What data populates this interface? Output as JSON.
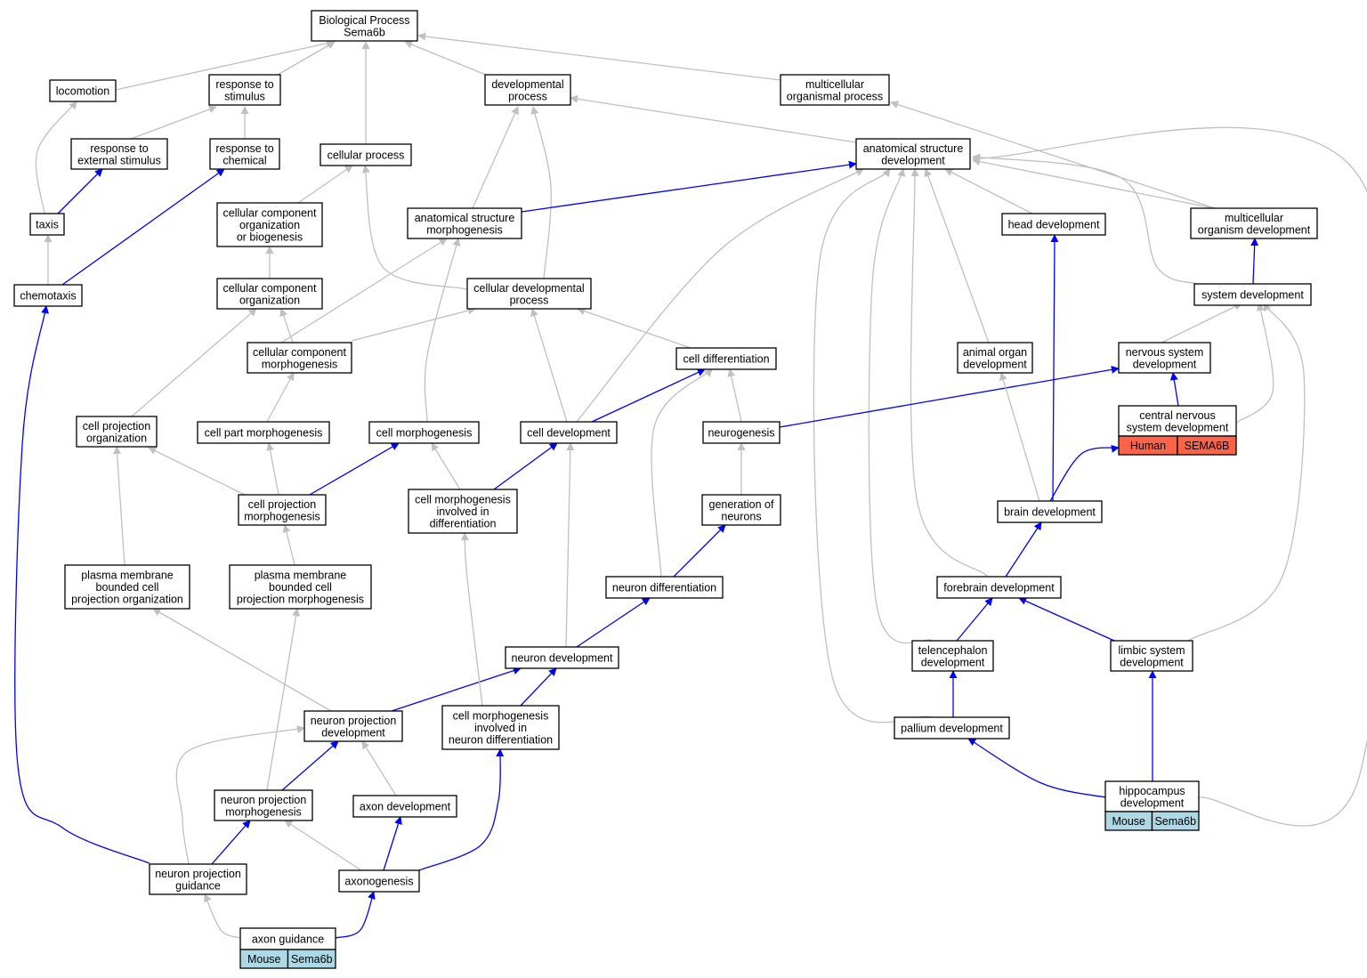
{
  "colors": {
    "is_a_edge": "#c0c0c0",
    "part_of_edge": "#0000ff",
    "mouse_annotation": "#add8e6",
    "human_annotation": "#ff6347"
  },
  "nodes": [
    {
      "id": "bp",
      "lines": [
        "Biological Process",
        "Sema6b"
      ]
    },
    {
      "id": "locomotion",
      "lines": [
        "locomotion"
      ]
    },
    {
      "id": "resp_stim",
      "lines": [
        "response to",
        "stimulus"
      ]
    },
    {
      "id": "dev_proc",
      "lines": [
        "developmental",
        "process"
      ]
    },
    {
      "id": "multi_proc",
      "lines": [
        "multicellular",
        "organismal process"
      ]
    },
    {
      "id": "resp_ext",
      "lines": [
        "response to",
        "external stimulus"
      ]
    },
    {
      "id": "resp_chem",
      "lines": [
        "response to",
        "chemical"
      ]
    },
    {
      "id": "cell_proc",
      "lines": [
        "cellular process"
      ]
    },
    {
      "id": "anat_dev",
      "lines": [
        "anatomical structure",
        "development"
      ]
    },
    {
      "id": "taxis",
      "lines": [
        "taxis"
      ]
    },
    {
      "id": "ccob",
      "lines": [
        "cellular component",
        "organization",
        "or biogenesis"
      ]
    },
    {
      "id": "anat_morph",
      "lines": [
        "anatomical structure",
        "morphogenesis"
      ]
    },
    {
      "id": "head_dev",
      "lines": [
        "head development"
      ]
    },
    {
      "id": "multi_org_dev",
      "lines": [
        "multicellular",
        "organism development"
      ]
    },
    {
      "id": "chemotaxis",
      "lines": [
        "chemotaxis"
      ]
    },
    {
      "id": "cco",
      "lines": [
        "cellular component",
        "organization"
      ]
    },
    {
      "id": "cell_dev_proc",
      "lines": [
        "cellular developmental",
        "process"
      ]
    },
    {
      "id": "sys_dev",
      "lines": [
        "system development"
      ]
    },
    {
      "id": "ccm",
      "lines": [
        "cellular component",
        "morphogenesis"
      ]
    },
    {
      "id": "cell_diff",
      "lines": [
        "cell differentiation"
      ]
    },
    {
      "id": "animal_organ",
      "lines": [
        "animal organ",
        "development"
      ]
    },
    {
      "id": "ns_dev",
      "lines": [
        "nervous system",
        "development"
      ]
    },
    {
      "id": "cns_dev",
      "lines": [
        "central nervous",
        "system development"
      ],
      "annotation": {
        "species": "Human",
        "gene": "SEMA6B",
        "color": "#ff6347"
      }
    },
    {
      "id": "cpo",
      "lines": [
        "cell projection",
        "organization"
      ]
    },
    {
      "id": "cpm_part",
      "lines": [
        "cell part morphogenesis"
      ]
    },
    {
      "id": "cell_morph",
      "lines": [
        "cell morphogenesis"
      ]
    },
    {
      "id": "cell_dev",
      "lines": [
        "cell development"
      ]
    },
    {
      "id": "neurogenesis",
      "lines": [
        "neurogenesis"
      ]
    },
    {
      "id": "cpm",
      "lines": [
        "cell projection",
        "morphogenesis"
      ]
    },
    {
      "id": "cmid",
      "lines": [
        "cell morphogenesis",
        "involved in",
        "differentiation"
      ]
    },
    {
      "id": "gen_neurons",
      "lines": [
        "generation of",
        "neurons"
      ]
    },
    {
      "id": "brain_dev",
      "lines": [
        "brain development"
      ]
    },
    {
      "id": "pmbcpo",
      "lines": [
        "plasma membrane",
        "bounded cell",
        "projection organization"
      ]
    },
    {
      "id": "pmbcpm",
      "lines": [
        "plasma membrane",
        "bounded cell",
        "projection morphogenesis"
      ]
    },
    {
      "id": "neuron_diff",
      "lines": [
        "neuron differentiation"
      ]
    },
    {
      "id": "forebrain_dev",
      "lines": [
        "forebrain development"
      ]
    },
    {
      "id": "neuron_dev",
      "lines": [
        "neuron development"
      ]
    },
    {
      "id": "telen_dev",
      "lines": [
        "telencephalon",
        "development"
      ]
    },
    {
      "id": "limbic_dev",
      "lines": [
        "limbic system",
        "development"
      ]
    },
    {
      "id": "npd",
      "lines": [
        "neuron projection",
        "development"
      ]
    },
    {
      "id": "cmind",
      "lines": [
        "cell morphogenesis",
        "involved in",
        "neuron differentiation"
      ]
    },
    {
      "id": "pallium_dev",
      "lines": [
        "pallium development"
      ]
    },
    {
      "id": "npm",
      "lines": [
        "neuron projection",
        "morphogenesis"
      ]
    },
    {
      "id": "axon_dev",
      "lines": [
        "axon development"
      ]
    },
    {
      "id": "hippo_dev",
      "lines": [
        "hippocampus",
        "development"
      ],
      "annotation": {
        "species": "Mouse",
        "gene": "Sema6b",
        "color": "#add8e6"
      }
    },
    {
      "id": "npg",
      "lines": [
        "neuron projection",
        "guidance"
      ]
    },
    {
      "id": "axonogenesis",
      "lines": [
        "axonogenesis"
      ]
    },
    {
      "id": "axon_guid",
      "lines": [
        "axon guidance"
      ],
      "annotation": {
        "species": "Mouse",
        "gene": "Sema6b",
        "color": "#add8e6"
      }
    }
  ],
  "edges": [
    {
      "from": "locomotion",
      "to": "bp",
      "type": "is_a"
    },
    {
      "from": "resp_stim",
      "to": "bp",
      "type": "is_a"
    },
    {
      "from": "cell_proc",
      "to": "bp",
      "type": "is_a"
    },
    {
      "from": "dev_proc",
      "to": "bp",
      "type": "is_a"
    },
    {
      "from": "multi_proc",
      "to": "bp",
      "type": "is_a"
    },
    {
      "from": "resp_ext",
      "to": "resp_stim",
      "type": "is_a"
    },
    {
      "from": "resp_chem",
      "to": "resp_stim",
      "type": "is_a"
    },
    {
      "from": "anat_dev",
      "to": "dev_proc",
      "type": "is_a"
    },
    {
      "from": "anat_morph",
      "to": "dev_proc",
      "type": "is_a"
    },
    {
      "from": "cell_dev_proc",
      "to": "dev_proc",
      "type": "is_a"
    },
    {
      "from": "multi_org_dev",
      "to": "multi_proc",
      "type": "is_a"
    },
    {
      "from": "taxis",
      "to": "locomotion",
      "type": "is_a"
    },
    {
      "from": "taxis",
      "to": "resp_ext",
      "type": "part_of"
    },
    {
      "from": "chemotaxis",
      "to": "taxis",
      "type": "is_a"
    },
    {
      "from": "chemotaxis",
      "to": "resp_chem",
      "type": "part_of"
    },
    {
      "from": "ccob",
      "to": "cell_proc",
      "type": "is_a"
    },
    {
      "from": "cell_dev_proc",
      "to": "cell_proc",
      "type": "is_a"
    },
    {
      "from": "cco",
      "to": "ccob",
      "type": "is_a"
    },
    {
      "from": "anat_morph",
      "to": "anat_dev",
      "type": "part_of"
    },
    {
      "from": "head_dev",
      "to": "anat_dev",
      "type": "is_a"
    },
    {
      "from": "multi_org_dev",
      "to": "anat_dev",
      "type": "is_a"
    },
    {
      "from": "sys_dev",
      "to": "anat_dev",
      "type": "is_a"
    },
    {
      "from": "cell_dev",
      "to": "anat_dev",
      "type": "is_a"
    },
    {
      "from": "animal_organ",
      "to": "anat_dev",
      "type": "is_a"
    },
    {
      "from": "pallium_dev",
      "to": "anat_dev",
      "type": "is_a"
    },
    {
      "from": "telen_dev",
      "to": "anat_dev",
      "type": "is_a"
    },
    {
      "from": "forebrain_dev",
      "to": "anat_dev",
      "type": "is_a"
    },
    {
      "from": "hippo_dev",
      "to": "anat_dev",
      "type": "is_a"
    },
    {
      "from": "sys_dev",
      "to": "multi_org_dev",
      "type": "part_of"
    },
    {
      "from": "ccm",
      "to": "cco",
      "type": "is_a"
    },
    {
      "from": "ccm",
      "to": "anat_morph",
      "type": "is_a"
    },
    {
      "from": "ccm",
      "to": "cell_dev_proc",
      "type": "is_a"
    },
    {
      "from": "cell_diff",
      "to": "cell_dev_proc",
      "type": "is_a"
    },
    {
      "from": "cell_dev",
      "to": "cell_dev_proc",
      "type": "is_a"
    },
    {
      "from": "cpo",
      "to": "cco",
      "type": "is_a"
    },
    {
      "from": "cpm_part",
      "to": "ccm",
      "type": "is_a"
    },
    {
      "from": "cell_morph",
      "to": "anat_morph",
      "type": "is_a"
    },
    {
      "from": "cell_dev",
      "to": "cell_diff",
      "type": "part_of"
    },
    {
      "from": "neurogenesis",
      "to": "cell_diff",
      "type": "is_a"
    },
    {
      "from": "neurogenesis",
      "to": "ns_dev",
      "type": "part_of"
    },
    {
      "from": "ns_dev",
      "to": "sys_dev",
      "type": "is_a"
    },
    {
      "from": "cns_dev",
      "to": "ns_dev",
      "type": "part_of"
    },
    {
      "from": "cns_dev",
      "to": "sys_dev",
      "type": "is_a"
    },
    {
      "from": "brain_dev",
      "to": "cns_dev",
      "type": "part_of"
    },
    {
      "from": "brain_dev",
      "to": "head_dev",
      "type": "part_of"
    },
    {
      "from": "brain_dev",
      "to": "animal_organ",
      "type": "is_a"
    },
    {
      "from": "cpm",
      "to": "cpo",
      "type": "is_a"
    },
    {
      "from": "cpm",
      "to": "cpm_part",
      "type": "is_a"
    },
    {
      "from": "cpm",
      "to": "cell_morph",
      "type": "part_of"
    },
    {
      "from": "cmid",
      "to": "cell_morph",
      "type": "is_a"
    },
    {
      "from": "cmid",
      "to": "cell_dev",
      "type": "part_of"
    },
    {
      "from": "gen_neurons",
      "to": "neurogenesis",
      "type": "is_a"
    },
    {
      "from": "neuron_diff",
      "to": "gen_neurons",
      "type": "part_of"
    },
    {
      "from": "neuron_diff",
      "to": "cell_diff",
      "type": "is_a"
    },
    {
      "from": "forebrain_dev",
      "to": "brain_dev",
      "type": "part_of"
    },
    {
      "from": "pmbcpo",
      "to": "cpo",
      "type": "is_a"
    },
    {
      "from": "pmbcpm",
      "to": "cpm",
      "type": "is_a"
    },
    {
      "from": "neuron_dev",
      "to": "neuron_diff",
      "type": "part_of"
    },
    {
      "from": "neuron_dev",
      "to": "cell_dev",
      "type": "is_a"
    },
    {
      "from": "telen_dev",
      "to": "forebrain_dev",
      "type": "part_of"
    },
    {
      "from": "limbic_dev",
      "to": "forebrain_dev",
      "type": "part_of"
    },
    {
      "from": "limbic_dev",
      "to": "sys_dev",
      "type": "is_a"
    },
    {
      "from": "npd",
      "to": "neuron_dev",
      "type": "part_of"
    },
    {
      "from": "npd",
      "to": "pmbcpo",
      "type": "is_a"
    },
    {
      "from": "cmind",
      "to": "neuron_dev",
      "type": "part_of"
    },
    {
      "from": "cmind",
      "to": "cmid",
      "type": "is_a"
    },
    {
      "from": "pallium_dev",
      "to": "telen_dev",
      "type": "part_of"
    },
    {
      "from": "npm",
      "to": "npd",
      "type": "part_of"
    },
    {
      "from": "npm",
      "to": "pmbcpm",
      "type": "is_a"
    },
    {
      "from": "axon_dev",
      "to": "npd",
      "type": "is_a"
    },
    {
      "from": "hippo_dev",
      "to": "pallium_dev",
      "type": "part_of"
    },
    {
      "from": "hippo_dev",
      "to": "limbic_dev",
      "type": "part_of"
    },
    {
      "from": "npg",
      "to": "npm",
      "type": "part_of"
    },
    {
      "from": "npg",
      "to": "chemotaxis",
      "type": "part_of"
    },
    {
      "from": "npg",
      "to": "npd",
      "type": "is_a"
    },
    {
      "from": "axonogenesis",
      "to": "axon_dev",
      "type": "part_of"
    },
    {
      "from": "axonogenesis",
      "to": "npm",
      "type": "is_a"
    },
    {
      "from": "axonogenesis",
      "to": "cmind",
      "type": "part_of"
    },
    {
      "from": "axon_guid",
      "to": "npg",
      "type": "is_a"
    },
    {
      "from": "axon_guid",
      "to": "axonogenesis",
      "type": "part_of"
    }
  ]
}
